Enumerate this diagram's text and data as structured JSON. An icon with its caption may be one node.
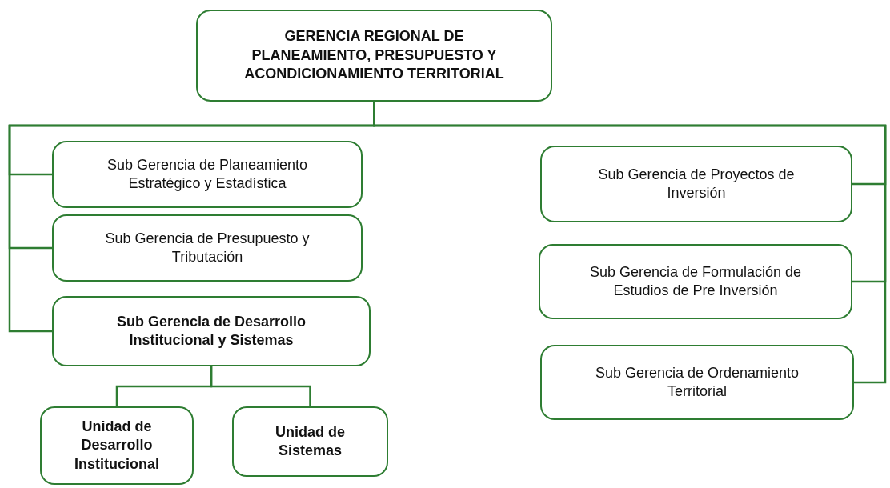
{
  "diagram": {
    "nodes": [
      {
        "text": [
          "GERENCIA REGIONAL DE PLANEAMIENTO, PRESUPUESTO Y ACONDICIONAMIENTO TERRITORIAL"
        ]
      },
      {
        "text": [
          "Sub Gerencia de Planeamiento Estratégico y Estadística"
        ]
      },
      {
        "text": [
          "Sub Gerencia de Presupuesto y Tributación"
        ]
      },
      {
        "text": [
          "Sub Gerencia de Desarrollo Institucional y Sistemas"
        ]
      },
      {
        "text": [
          "Sub Gerencia de Proyectos de Inversión"
        ]
      },
      {
        "text": [
          "Sub Gerencia de Formulación de Estudios de Pre Inversión"
        ]
      },
      {
        "text": [
          "Sub Gerencia de Ordenamiento Territorial"
        ]
      },
      {
        "text": [
          "Unidad de Desarrollo Institucional"
        ]
      },
      {
        "text": [
          "Unidad de Sistemas"
        ]
      }
    ],
    "edges": [
      {
        "from": 0,
        "to": 1,
        "arrow": "none"
      },
      {
        "from": 0,
        "to": 2,
        "arrow": "none"
      },
      {
        "from": 0,
        "to": 3,
        "arrow": "none"
      },
      {
        "from": 0,
        "to": 4,
        "arrow": "none"
      },
      {
        "from": 0,
        "to": 5,
        "arrow": "none"
      },
      {
        "from": 0,
        "to": 6,
        "arrow": "none"
      },
      {
        "from": 3,
        "to": 7,
        "arrow": "none"
      },
      {
        "from": 3,
        "to": 8,
        "arrow": "none"
      }
    ]
  }
}
